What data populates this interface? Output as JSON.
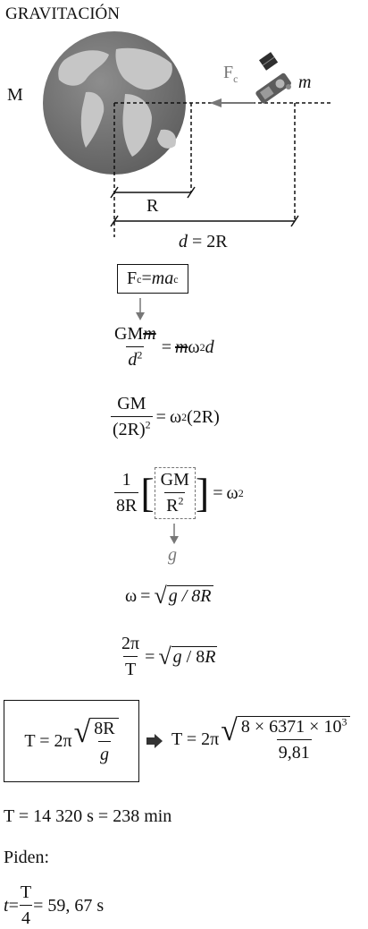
{
  "title": "GRAVITACIÓN",
  "diagram": {
    "mass_earth": "M",
    "mass_sat": "m",
    "force_label_F": "F",
    "force_label_sub": "c",
    "radius_label": "R",
    "distance_label_d": "d",
    "distance_label_rest": " = 2R"
  },
  "eq1": {
    "F": "F",
    "sub": "c",
    "eq": " = ",
    "m": "m",
    "a": "a",
    "asub": "c"
  },
  "eq2": {
    "num": "GM",
    "num_m": "m",
    "den_d": "d",
    "den_sup": "2",
    "rhs_m": "m",
    "rhs_omega": "ω",
    "rhs_sup": "2",
    "rhs_d": "d"
  },
  "eq3": {
    "num": "GM",
    "den": "(2R)",
    "den_sup": "2",
    "rhs": "ω",
    "rhs_sup": "2",
    "rhs_tail": "(2R)"
  },
  "eq4": {
    "num": "1",
    "den": "8R",
    "inner_num": "GM",
    "inner_den": "R",
    "inner_sup": "2",
    "rhs": "ω",
    "rhs_sup": "2",
    "g": "g"
  },
  "eq5": {
    "lhs": "ω",
    "rad": "g / 8R"
  },
  "eq6": {
    "num": "2π",
    "den": "T",
    "rad_g": "g",
    "rad_rest": " / 8",
    "rad_R": "R"
  },
  "eq7": {
    "lhs": "T = 2π",
    "num": "8R",
    "den": "g",
    "rhs_lhs": "T = 2π",
    "rhs_num": "8 × 6371 × 10",
    "rhs_num_sup": "3",
    "rhs_den": "9,81"
  },
  "result": "T = 14 320 s = 238 min",
  "piden": "Piden:",
  "final": {
    "t": "t",
    "eq": " = ",
    "num": "T",
    "den": "4",
    "rhs": " = 59, 67 s"
  }
}
